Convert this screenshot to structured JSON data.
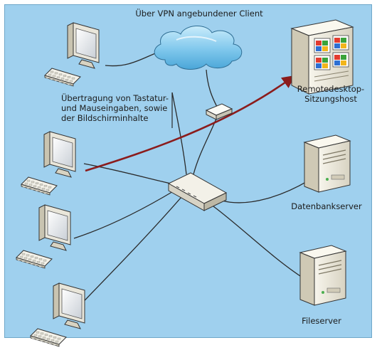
{
  "labels": {
    "vpn_client": "Über VPN angebundener Client",
    "transmission_line1": "Übertragung von Tastatur-",
    "transmission_line2": "und Mauseingaben, sowie",
    "transmission_line3": "der Bildschirminhalte",
    "rdsh_line1": "Remotedesktop-",
    "rdsh_line2": "Sitzungshost",
    "db_server": "Datenbankserver",
    "file_server": "Fileserver"
  },
  "colors": {
    "background": "#9fd0ee",
    "connection_line": "#2a2a2a",
    "session_arrow": "#8b1c1c",
    "cloud": "#7fc7ec",
    "device_body": "#f2f0e6"
  },
  "icons": {
    "clients": [
      "computer-icon",
      "computer-icon",
      "computer-icon",
      "computer-icon"
    ],
    "network": [
      "cloud-icon",
      "vpn-router-icon",
      "network-switch-icon"
    ],
    "servers": [
      "server-icon",
      "server-icon",
      "server-icon"
    ],
    "rdsh_windows": [
      "app-window-icon",
      "app-window-icon",
      "app-window-icon",
      "app-window-icon"
    ]
  }
}
